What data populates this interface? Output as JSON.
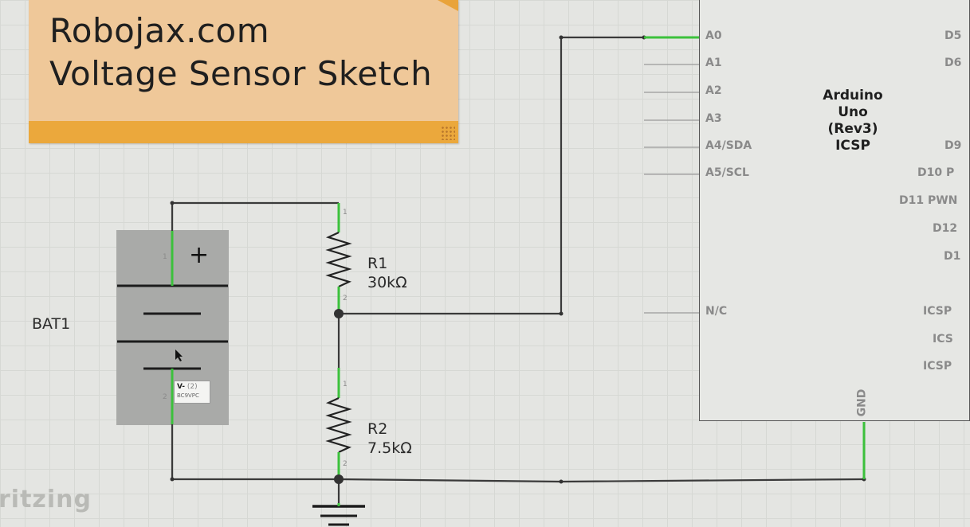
{
  "note": {
    "line1": "Robojax.com",
    "line2": "Voltage Sensor Sketch"
  },
  "battery": {
    "label": "BAT1",
    "plus_symbol": "+",
    "tooltip_title": "V-",
    "tooltip_sub": "(2)",
    "tooltip_line2": "BC9VPC"
  },
  "resistors": [
    {
      "ref": "R1",
      "value": "30kΩ"
    },
    {
      "ref": "R2",
      "value": "7.5kΩ"
    }
  ],
  "arduino": {
    "name_line1": "Arduino",
    "name_line2": "Uno",
    "name_line3": "(Rev3)",
    "name_line4": "ICSP",
    "left_pins": [
      "A0",
      "A1",
      "A2",
      "A3",
      "A4/SDA",
      "A5/SCL",
      "N/C"
    ],
    "right_pins": [
      "D5",
      "D6",
      "D9",
      "D10 P",
      "D11 PWN",
      "D12",
      "D1",
      "ICSP",
      "ICS",
      "ICSP"
    ],
    "gnd_label": "GND"
  },
  "pin_numbers": {
    "one": "1",
    "two": "2"
  },
  "logo": "ritzing",
  "colors": {
    "wire": "#3a3a3a",
    "pin_green": "#3cc13c",
    "note_bg": "#efc899",
    "note_band": "#eba83c"
  }
}
